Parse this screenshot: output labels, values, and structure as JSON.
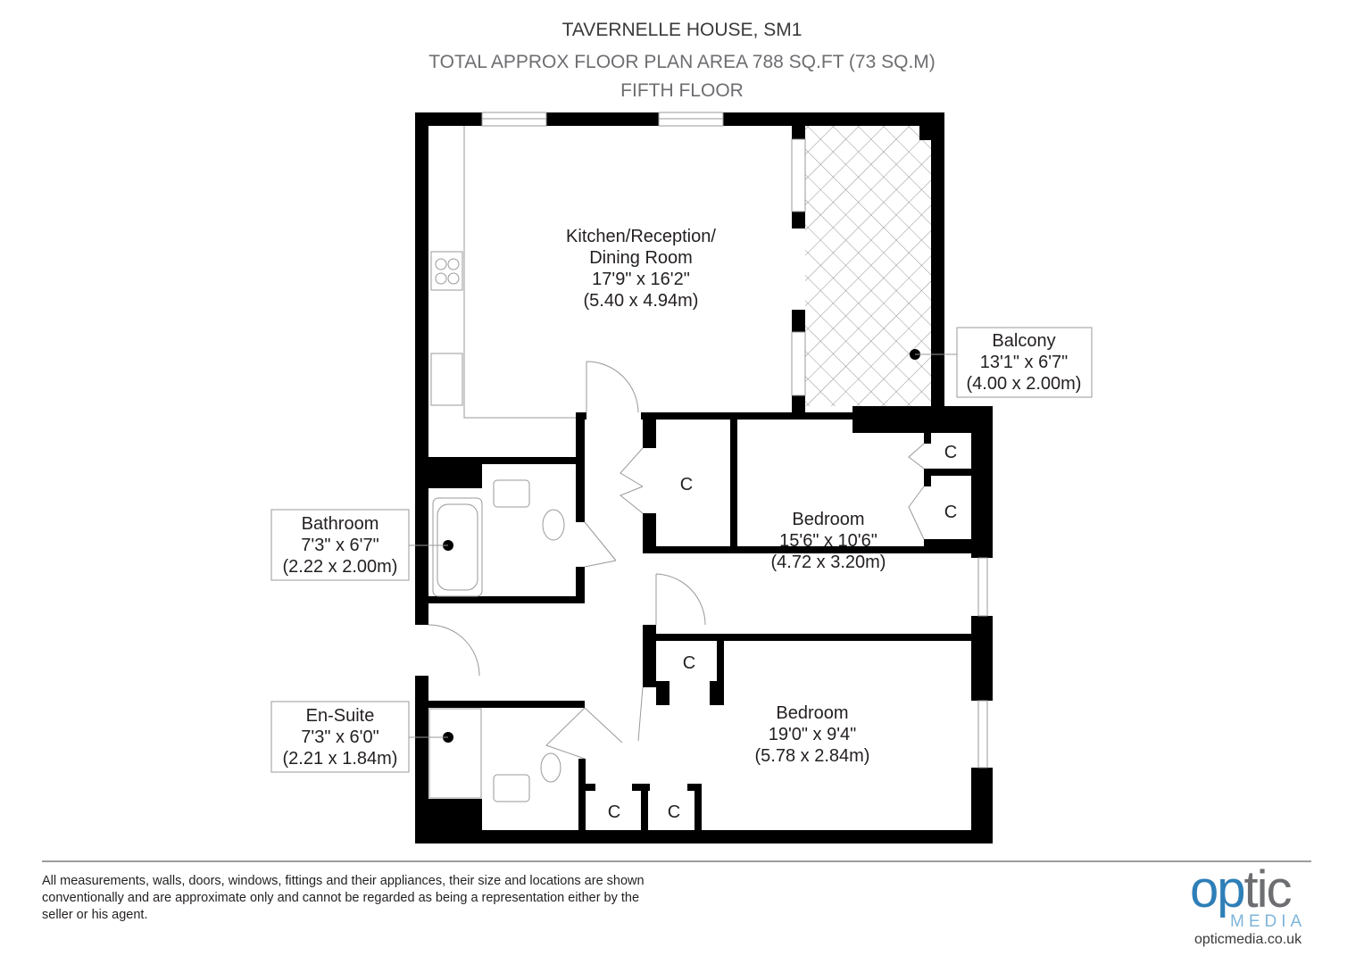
{
  "header": {
    "title": "TAVERNELLE HOUSE, SM1",
    "area": "TOTAL APPROX FLOOR PLAN AREA 788 SQ.FT (73 SQ.M)",
    "floor": "FIFTH FLOOR"
  },
  "rooms": {
    "kitchen": {
      "l1": "Kitchen/Reception/",
      "l2": "Dining Room",
      "imperial": "17'9\" x 16'2\"",
      "metric": "(5.40 x 4.94m)"
    },
    "balcony": {
      "name": "Balcony",
      "imperial": "13'1\" x 6'7\"",
      "metric": "(4.00 x 2.00m)"
    },
    "bathroom": {
      "name": "Bathroom",
      "imperial": "7'3\" x 6'7\"",
      "metric": "(2.22 x 2.00m)"
    },
    "bedroom1": {
      "name": "Bedroom",
      "imperial": "15'6\" x 10'6\"",
      "metric": "(4.72 x 3.20m)"
    },
    "bedroom2": {
      "name": "Bedroom",
      "imperial": "19'0\" x 9'4\"",
      "metric": "(5.78 x 2.84m)"
    },
    "ensuite": {
      "name": "En-Suite",
      "imperial": "7'3\" x 6'0\"",
      "metric": "(2.21 x 1.84m)"
    },
    "cupboard": "C"
  },
  "footer": {
    "disclaimer": "All measurements, walls, doors, windows, fittings and their appliances, their size and locations are shown conventionally and are approximate only and cannot be regarded as being a representation either by the seller or his agent.",
    "logo_main_o": "op",
    "logo_main_rest": "tic",
    "logo_sub": "MEDIA",
    "logo_url": "opticmedia.co.uk"
  },
  "colors": {
    "wall": "#000000",
    "logo_blue": "#2e7fb8",
    "text_grey": "#6d6e71"
  }
}
